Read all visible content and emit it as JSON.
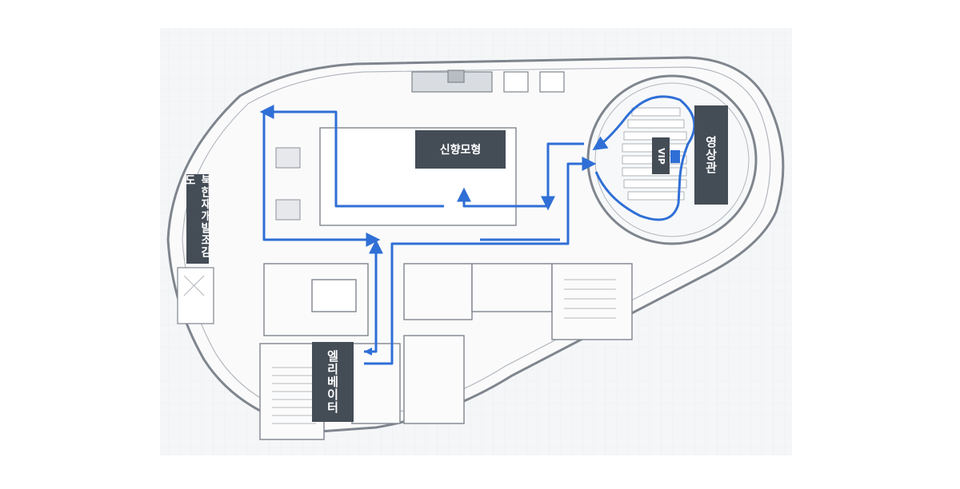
{
  "map": {
    "labels": {
      "north_dev": "북한재개발조감도",
      "model": "신향모형",
      "theater": "영상관",
      "vip": "VIP",
      "elevator": "엘리베이터"
    },
    "colors": {
      "route": "#2f6fd6",
      "label_bg": "#444c56",
      "wall": "#8a9099",
      "floor_bg": "#f3f4f6"
    }
  }
}
